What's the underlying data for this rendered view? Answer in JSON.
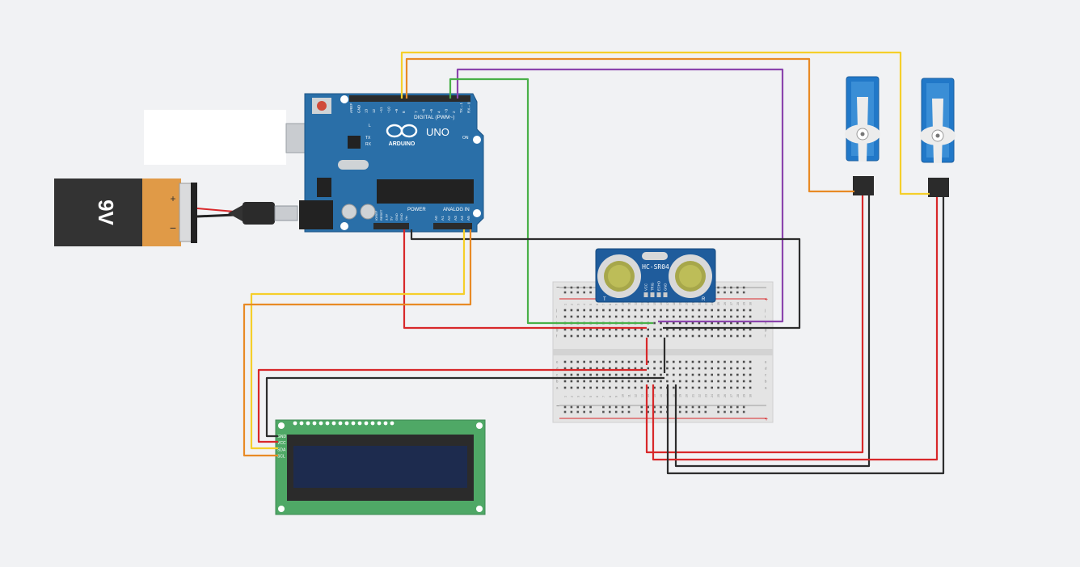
{
  "colors": {
    "background": "#f1f2f4",
    "arduino_board": "#2a6fa8",
    "lcd_board": "#4fa866",
    "lcd_screen": "#1d2b4e",
    "sensor_board": "#1f5c9c",
    "servo_body": "#2178c8",
    "wire_yellow": "#f5cf2a",
    "wire_orange": "#e88a25",
    "wire_purple": "#8b44ad",
    "wire_green": "#49b048",
    "wire_red": "#d8282a",
    "wire_black": "#2d2d2d"
  },
  "battery": {
    "label": "9V",
    "plus": "+",
    "minus": "−"
  },
  "arduino": {
    "brand": "ARDUINO",
    "model": "UNO",
    "digital_label": "DIGITAL (PWM~)",
    "power_label": "POWER",
    "analog_label": "ANALOG IN",
    "on_label": "ON",
    "l_label": "L",
    "tx_label": "TX",
    "rx_label": "RX",
    "digital_pins": [
      "AREF",
      "GND",
      "13",
      "12",
      "~11",
      "~10",
      "~9",
      "8",
      "7",
      "~6",
      "~5",
      "4",
      "~3",
      "2",
      "TX→1",
      "RX←0"
    ],
    "power_pins": [
      "IOREF",
      "RESET",
      "3.3V",
      "5V",
      "GND",
      "GND",
      "Vin"
    ],
    "analog_pins": [
      "A0",
      "A1",
      "A2",
      "A3",
      "A4",
      "A5"
    ]
  },
  "sensor": {
    "label": "HC-SR04",
    "pins": [
      "VCC",
      "TRIG",
      "ECHO",
      "GND"
    ],
    "t": "T",
    "r": "R"
  },
  "lcd": {
    "pins": [
      "GND",
      "VCC",
      "SDA",
      "SCL"
    ]
  },
  "breadboard": {
    "rows_top": [
      "j",
      "i",
      "h",
      "g",
      "f"
    ],
    "rows_bottom": [
      "e",
      "d",
      "c",
      "b",
      "a"
    ],
    "rail_plus": "+",
    "rail_minus": "−",
    "columns": 30
  }
}
